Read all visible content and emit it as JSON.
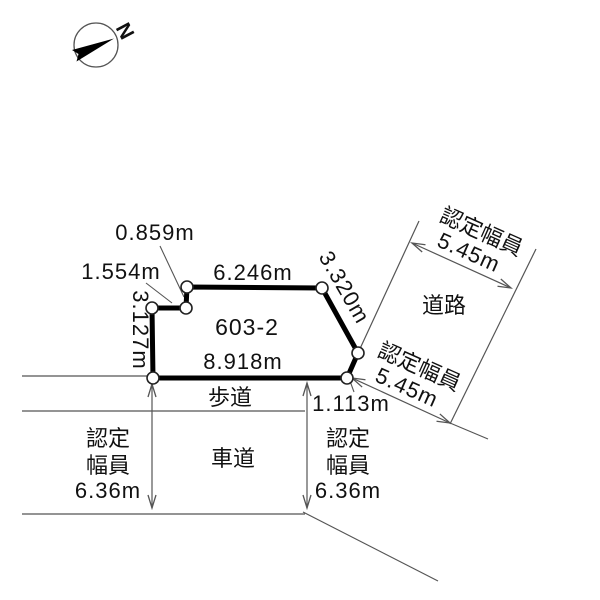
{
  "page": {
    "background": "#ffffff",
    "thin_line_color": "#555555",
    "parcel_line_color": "#000000"
  },
  "compass": {
    "north_label": "N"
  },
  "parcel": {
    "number": "603-2",
    "edges": {
      "top": "6.246m",
      "right_diagonal": "3.320m",
      "right_short": "1.113m",
      "bottom": "8.918m",
      "left": "3.127m",
      "notch_horizontal": "1.554m",
      "notch_vertical": "0.859m"
    }
  },
  "side_road": {
    "name": "道路",
    "width_label_upper": {
      "caption": "認定幅員",
      "value": "5.45m"
    },
    "width_label_lower": {
      "caption": "認定幅員",
      "value": "5.45m"
    }
  },
  "front_road": {
    "sidewalk_label": "歩道",
    "carriageway_label": "車道",
    "width_label_left": {
      "line1": "認定",
      "line2": "幅員",
      "line3": "6.36m"
    },
    "width_label_right": {
      "line1": "認定",
      "line2": "幅員",
      "line3": "6.36m"
    }
  }
}
